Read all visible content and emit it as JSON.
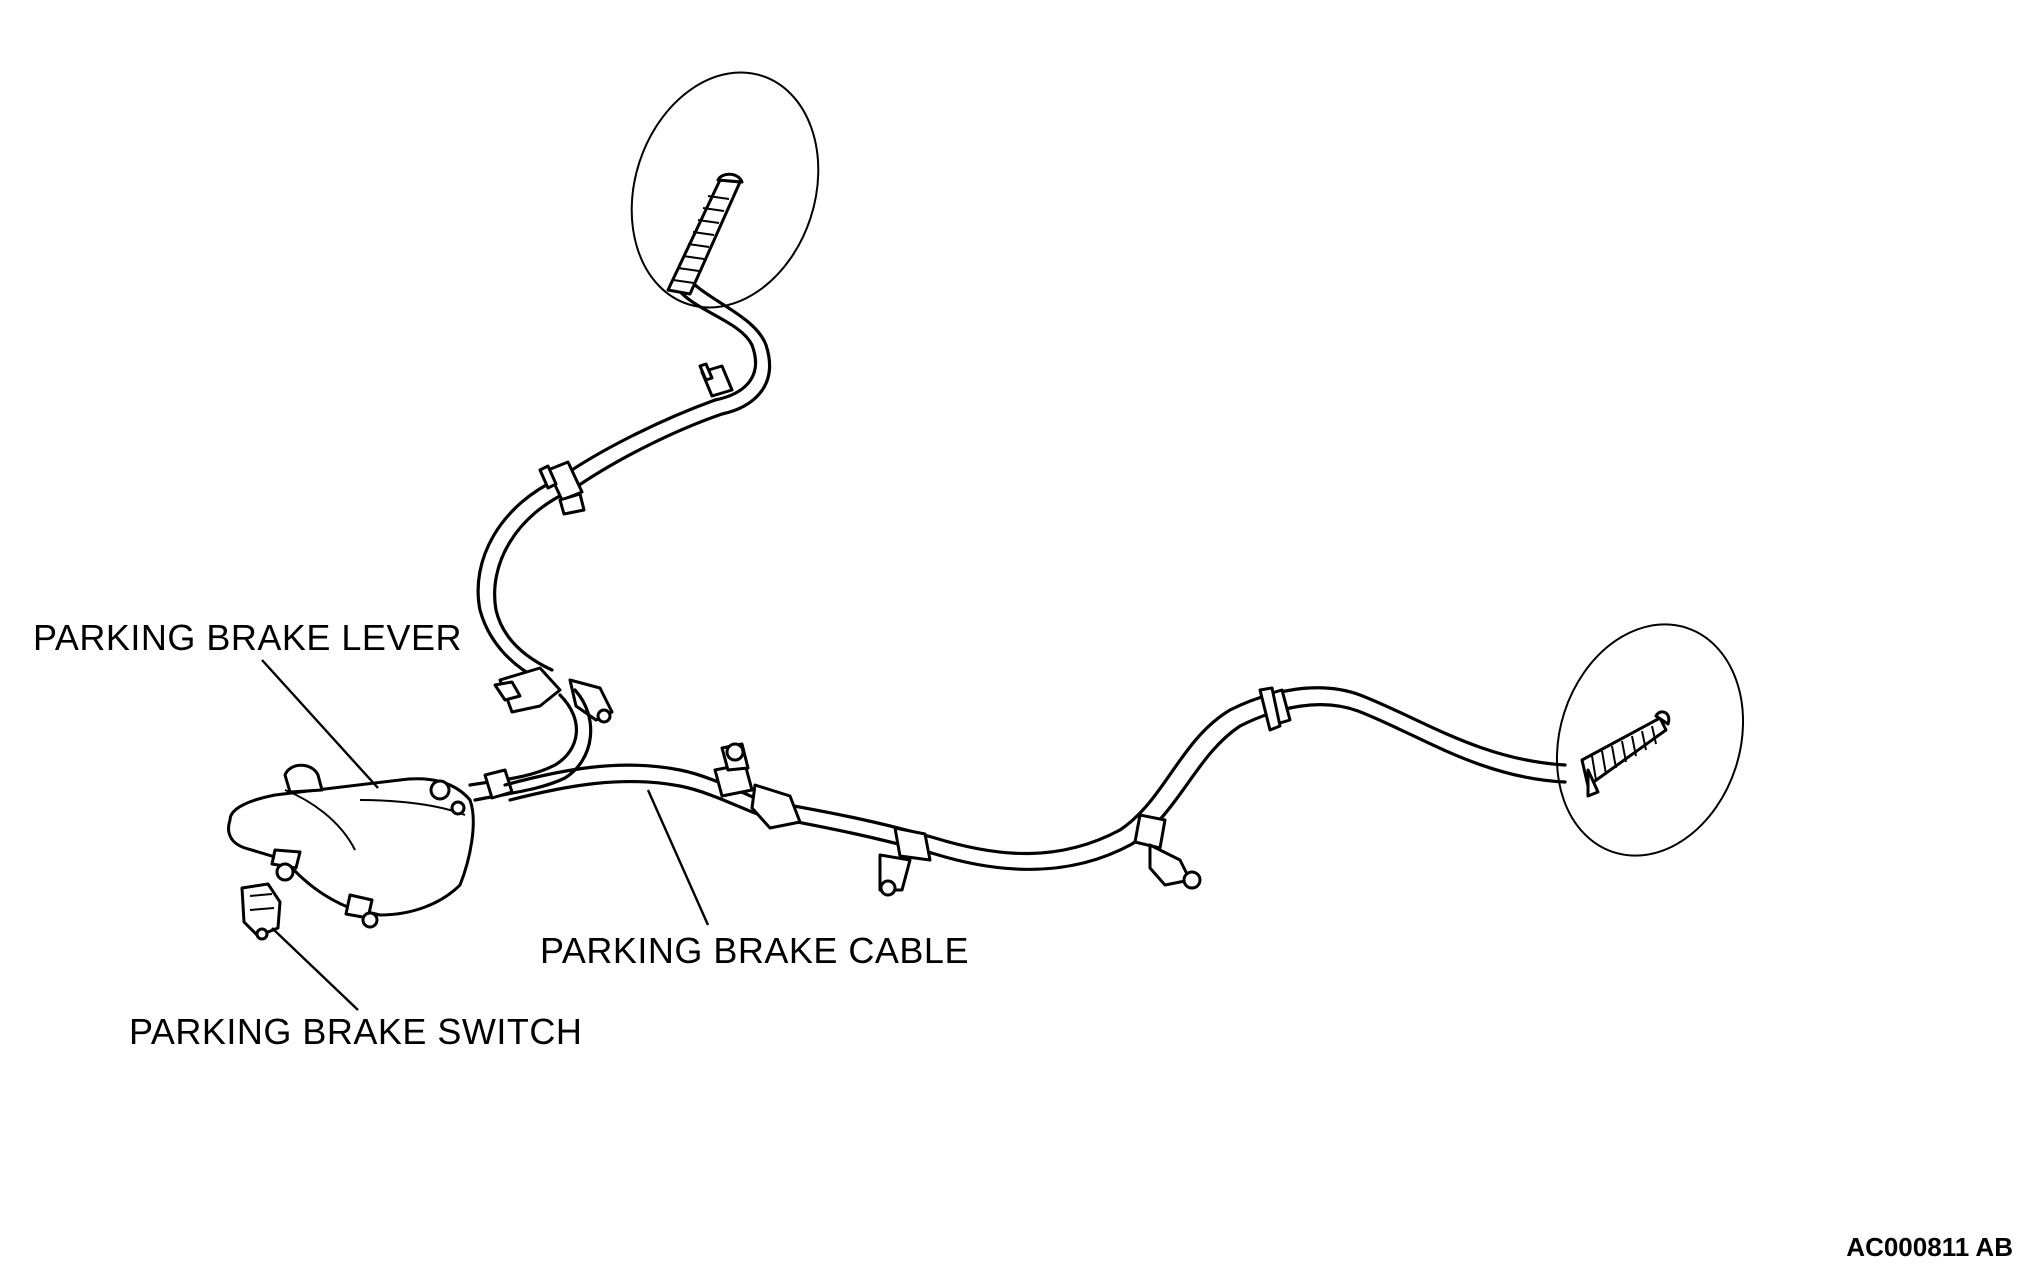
{
  "labels": {
    "lever": "PARKING BRAKE LEVER",
    "cable": "PARKING BRAKE CABLE",
    "switch": "PARKING BRAKE SWITCH"
  },
  "figure_code": "AC000811 AB"
}
